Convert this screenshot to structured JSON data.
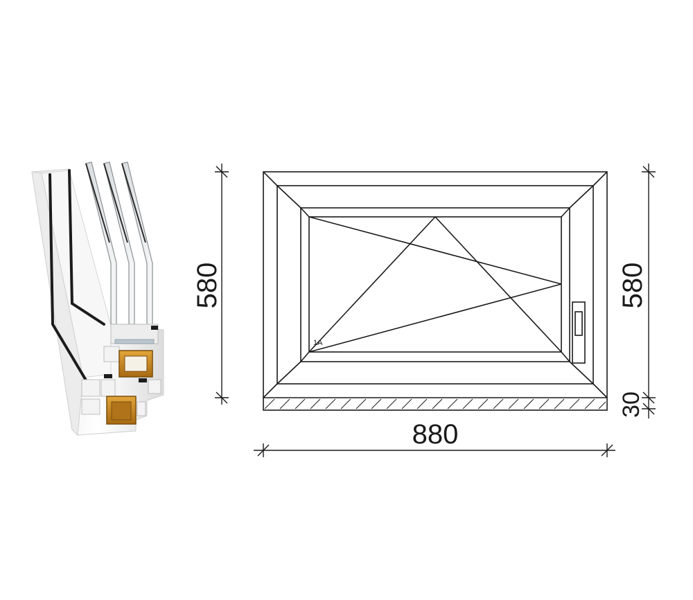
{
  "diagram": {
    "dimensions": {
      "width_label": "880",
      "height_left_label": "580",
      "height_right_label": "580",
      "sill_label": "30"
    },
    "sash_label": "1A",
    "colors": {
      "line": "#1a1a1a",
      "profile_white": "#f2f2f2",
      "reinforcement": "#c8871f",
      "gasket": "#1c1c1c"
    }
  }
}
